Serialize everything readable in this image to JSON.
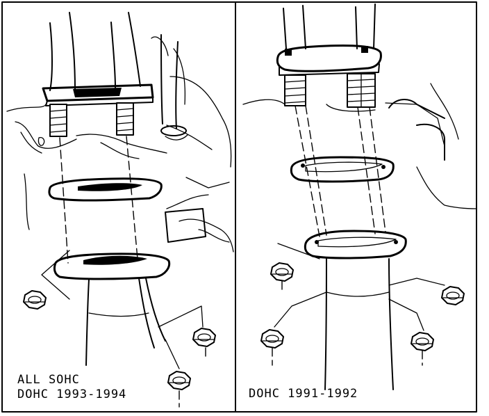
{
  "panels": [
    {
      "id": "left",
      "caption_lines": [
        "ALL SOHC",
        "DOHC 1993-1994"
      ]
    },
    {
      "id": "right",
      "caption_lines": [
        "DOHC 1991-1992"
      ]
    }
  ],
  "colors": {
    "ink": "#000000",
    "paper": "#ffffff"
  },
  "icons": [
    "exhaust-pipe-icon",
    "flange-icon",
    "gasket-icon",
    "stud-icon",
    "nut-icon"
  ]
}
